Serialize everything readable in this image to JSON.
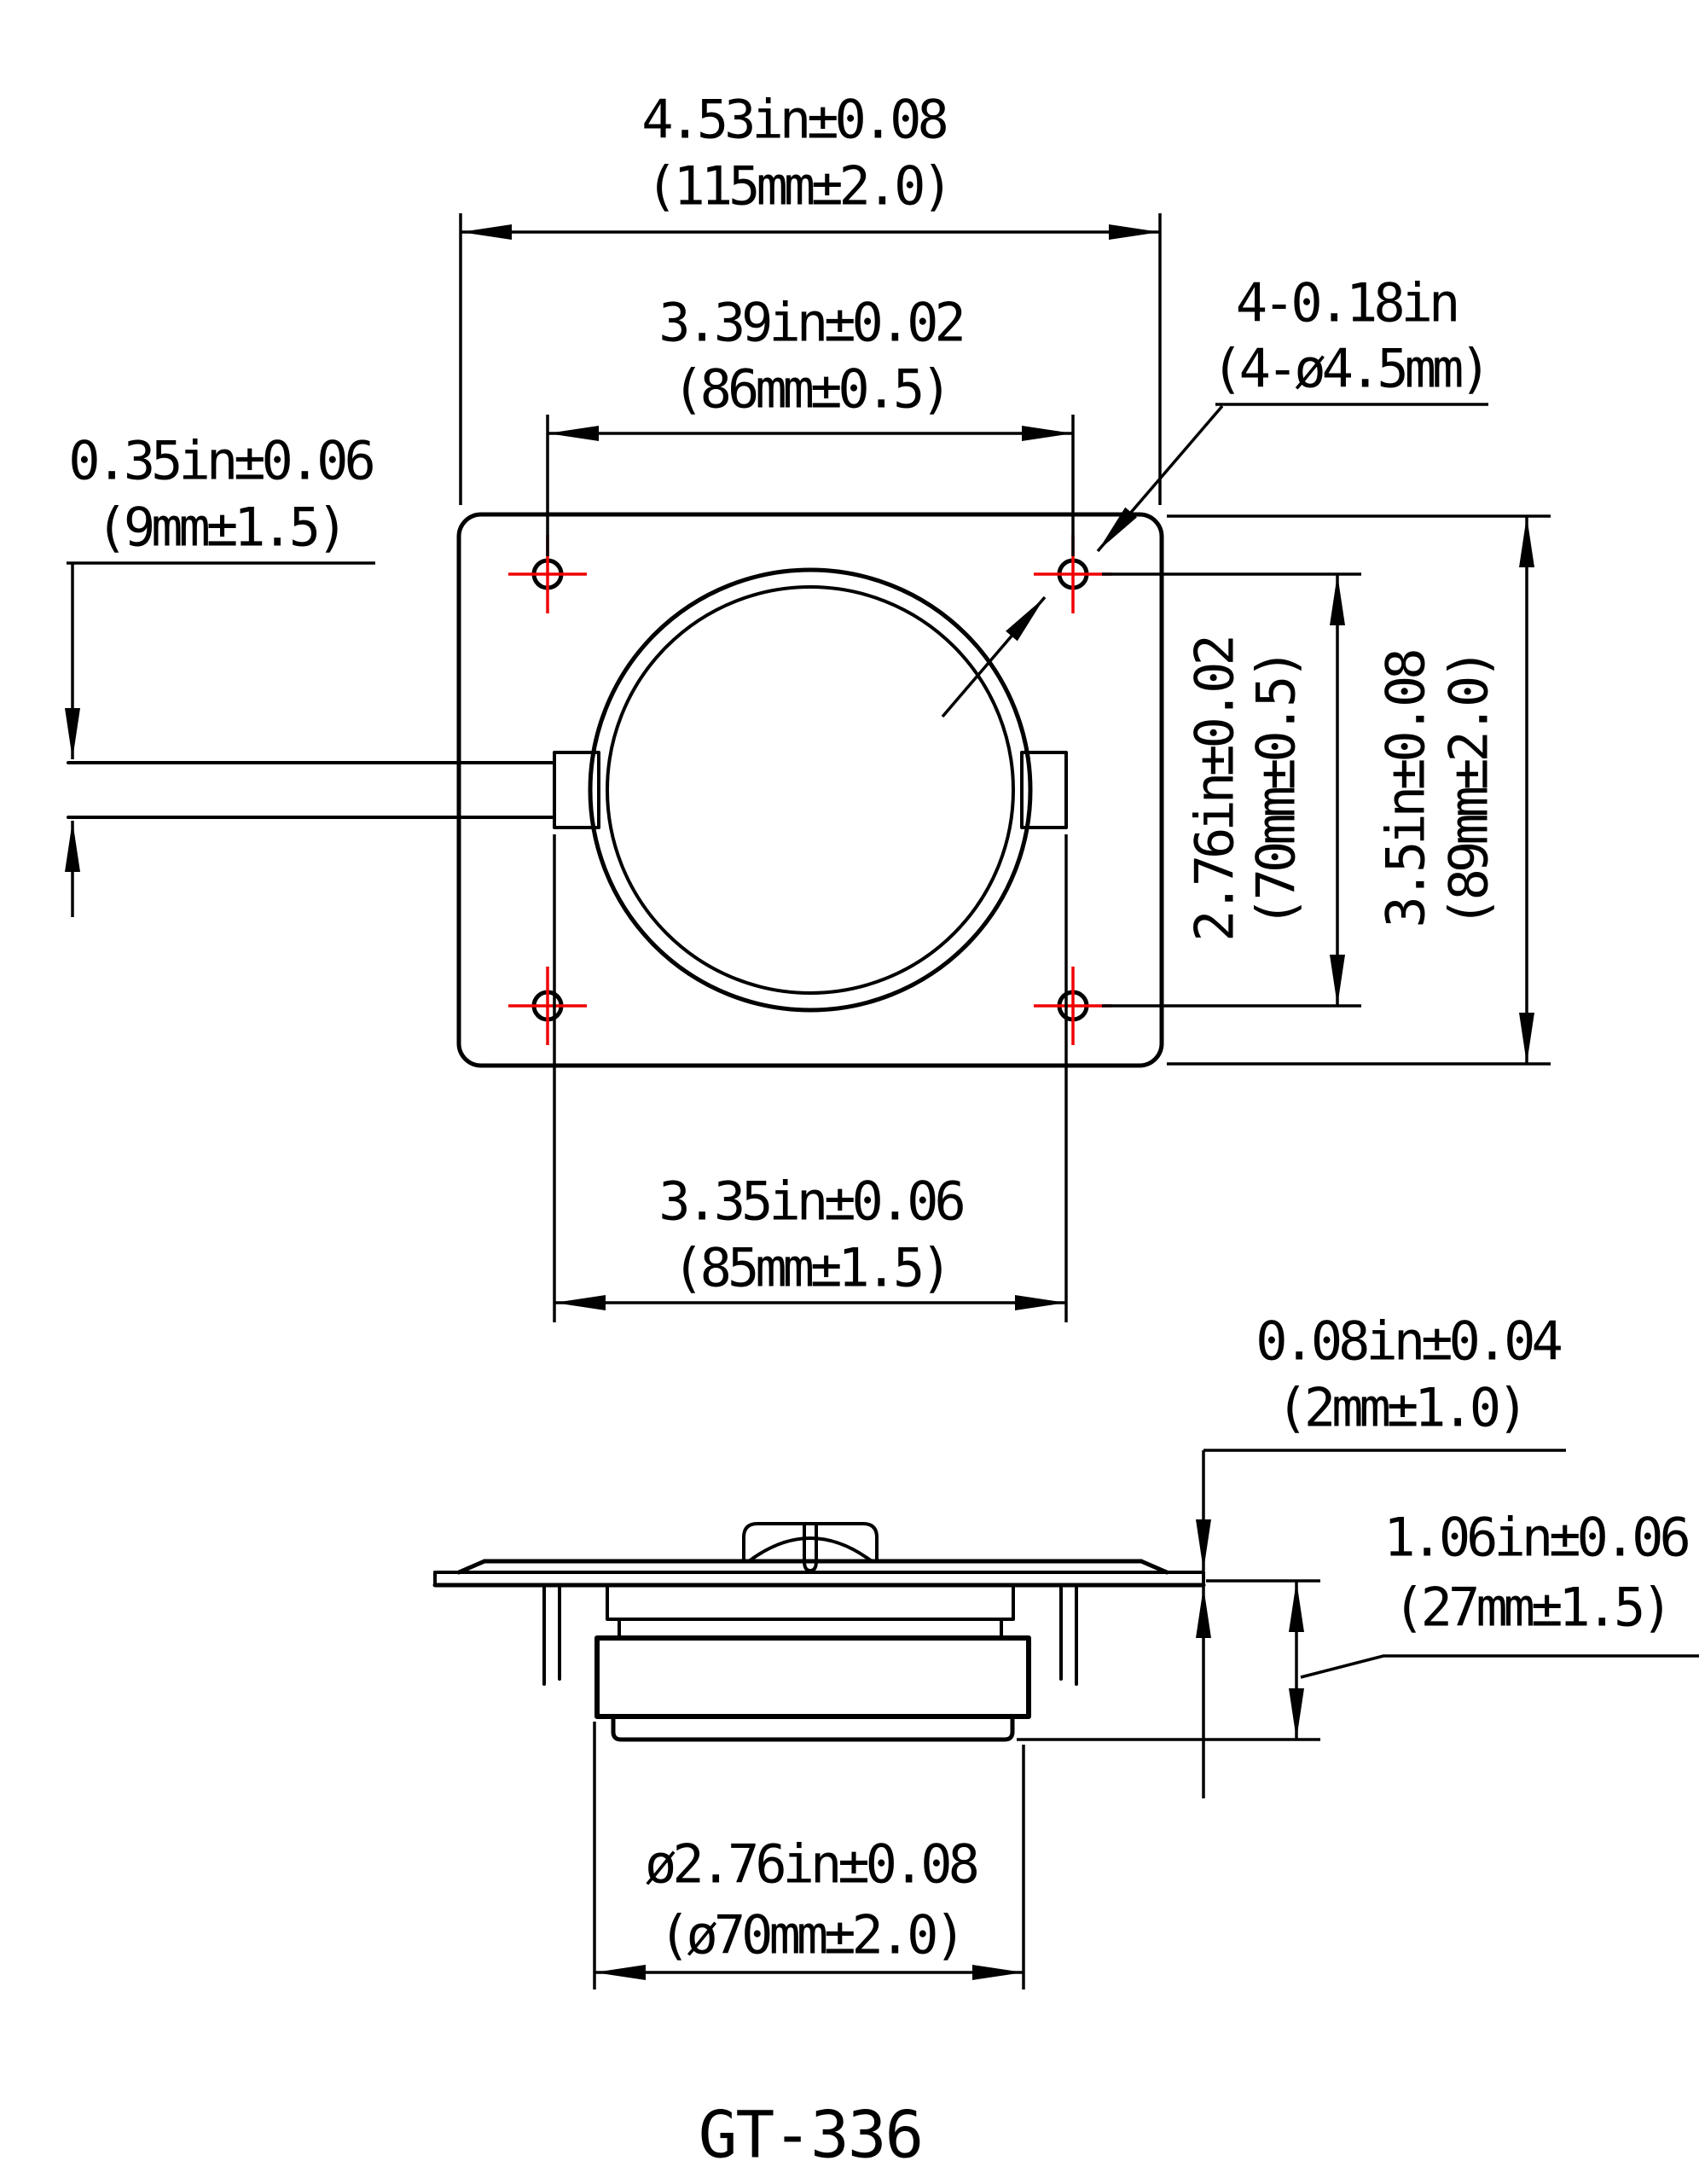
{
  "drawing": {
    "title": "GT-336",
    "top_view": {
      "overall_width": {
        "inches": "4.53in±0.08",
        "metric": "(115mm±2.0)"
      },
      "hole_spacing_horizontal": {
        "inches": "3.39in±0.02",
        "metric": "(86mm±0.5)"
      },
      "mounting_holes": {
        "inches": "4-0.18in",
        "metric": "(4-ø4.5mm)"
      },
      "terminal_strip_thickness": {
        "inches": "0.35in±0.06",
        "metric": "(9mm±1.5)"
      },
      "hole_spacing_vertical": {
        "inches": "2.76in±0.02",
        "metric": "(70mm±0.5)"
      },
      "overall_height": {
        "inches": "3.5in±0.08",
        "metric": "(89mm±2.0)"
      },
      "body_width": {
        "inches": "3.35in±0.06",
        "metric": "(85mm±1.5)"
      }
    },
    "side_view": {
      "plate_edge_thickness": {
        "inches": "0.08in±0.04",
        "metric": "(2mm±1.0)"
      },
      "overall_depth": {
        "inches": "1.06in±0.06",
        "metric": "(27mm±1.5)"
      },
      "magnet_diameter": {
        "inches": "ø2.76in±0.08",
        "metric": "(ø70mm±2.0)"
      }
    },
    "colors": {
      "line": "#000000",
      "hole_marker": "#f00000",
      "background": "#ffffff"
    }
  }
}
